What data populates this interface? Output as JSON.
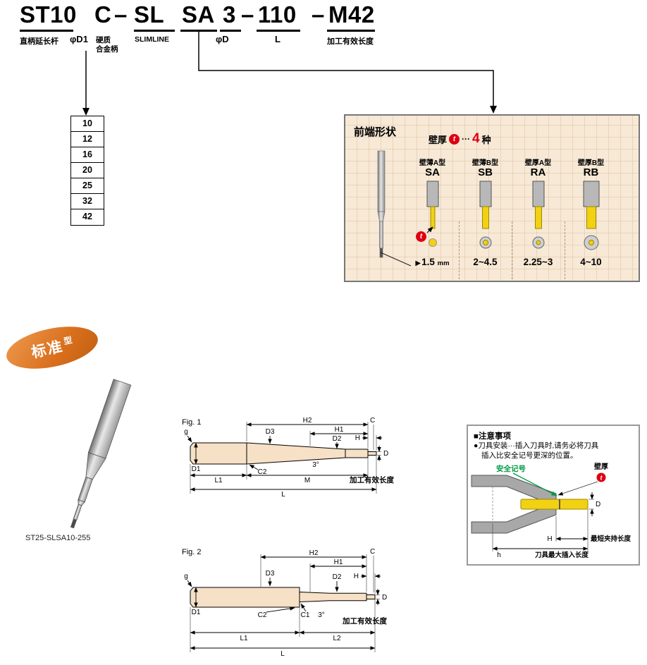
{
  "code": {
    "segments": [
      "ST10",
      "C",
      "–",
      "SL",
      "SA",
      "3",
      "–",
      "110",
      "–",
      "M42"
    ],
    "labels": {
      "shank": "直柄延长杆",
      "phi_d1": "φD1",
      "carbide_1": "硬质",
      "carbide_2": "合金柄",
      "slimline": "SLIMLINE",
      "phi_d": "φD",
      "length": "L",
      "effective_length": "加工有效长度"
    }
  },
  "sizes": [
    "10",
    "12",
    "16",
    "20",
    "25",
    "32",
    "42"
  ],
  "panel": {
    "title": "前端形状",
    "wall": "壁厚",
    "t_mark": "t",
    "dots": "···",
    "count": "4",
    "kinds": "种",
    "pointer": "▶",
    "columns": [
      {
        "type_label": "壁薄A型",
        "code": "SA",
        "value": "1.5",
        "unit": "mm"
      },
      {
        "type_label": "壁薄B型",
        "code": "SB",
        "value": "2~4.5",
        "unit": ""
      },
      {
        "type_label": "壁厚A型",
        "code": "RA",
        "value": "2.25~3",
        "unit": ""
      },
      {
        "type_label": "壁厚B型",
        "code": "RB",
        "value": "4~10",
        "unit": ""
      }
    ]
  },
  "badge": {
    "main": "标准",
    "suffix": "型"
  },
  "photo": {
    "caption": "ST25-SLSA10-255"
  },
  "fig1": {
    "title": "Fig. 1"
  },
  "fig2": {
    "title": "Fig. 2"
  },
  "dims": {
    "h2": "H2",
    "h1": "H1",
    "c": "C",
    "d3": "D3",
    "d2": "D2",
    "h": "H",
    "d": "D",
    "g": "g",
    "d1": "D1",
    "l1": "L1",
    "l2": "L2",
    "c1": "C1",
    "c2": "C2",
    "m": "M",
    "l": "L",
    "angle": "3°",
    "eff_len": "加工有效长度"
  },
  "note": {
    "title": "■注意事项",
    "body_1": "●刀具安装···插入刀具时,请务必将刀具",
    "body_2": "插入比安全记号更深的位置。",
    "safety_mark": "安全记号",
    "wall": "壁厚",
    "t_mark": "t",
    "dim_d": "D",
    "dim_h": "H",
    "dim_h_small": "h",
    "min_clamp": "最短夹持长度",
    "max_insertion": "刀具最大插入长度"
  },
  "colors": {
    "accent_red": "#dd0011",
    "safety_green": "#009944",
    "tool_yellow": "#f2d112",
    "badge_orange": "#d96f1d",
    "panel_bg": "#f7e9d6",
    "drawing_fill": "#f6e0c6"
  }
}
